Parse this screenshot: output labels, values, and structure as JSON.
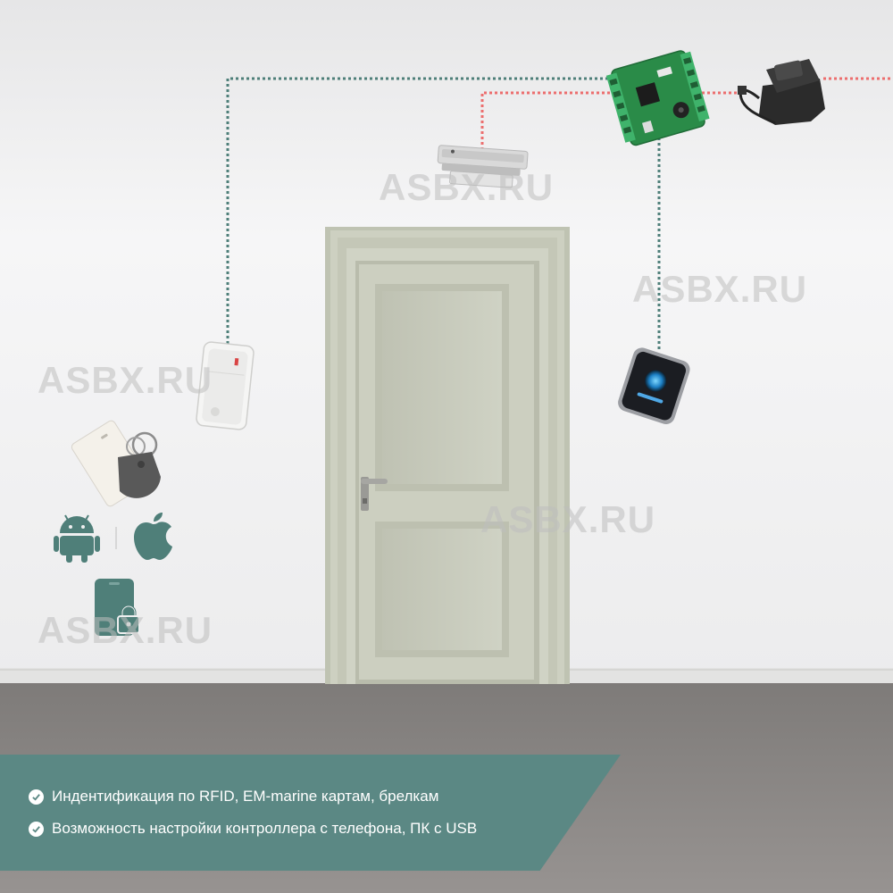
{
  "watermark": {
    "text": "ASBX.RU",
    "instances": [
      "wm-top-center",
      "wm-right",
      "wm-left-upper",
      "wm-door",
      "wm-left-lower"
    ]
  },
  "colors": {
    "wall": "#efeff0",
    "floor": "#8c8886",
    "door": "#c9ccbd",
    "panel": "#5b8884",
    "data_wire": "#4e7f79",
    "power_wire": "#ec6e6e",
    "icon_teal": "#4f7f79"
  },
  "devices": {
    "reader": "rfid-reader",
    "lock": "electromagnetic-lock",
    "controller": "access-controller-board",
    "power": "power-supply-unit",
    "exit_button": "touch-exit-button"
  },
  "icons": {
    "cards": "rfid-card-and-keyfob-icon",
    "android": "android-icon",
    "apple": "apple-icon",
    "phone_lock": "phone-lock-icon"
  },
  "features": [
    {
      "text": "Индентификация по RFID, EM-marine картам, брелкам"
    },
    {
      "text": "Возможность настройки контроллера с телефона, ПК с USB"
    }
  ]
}
